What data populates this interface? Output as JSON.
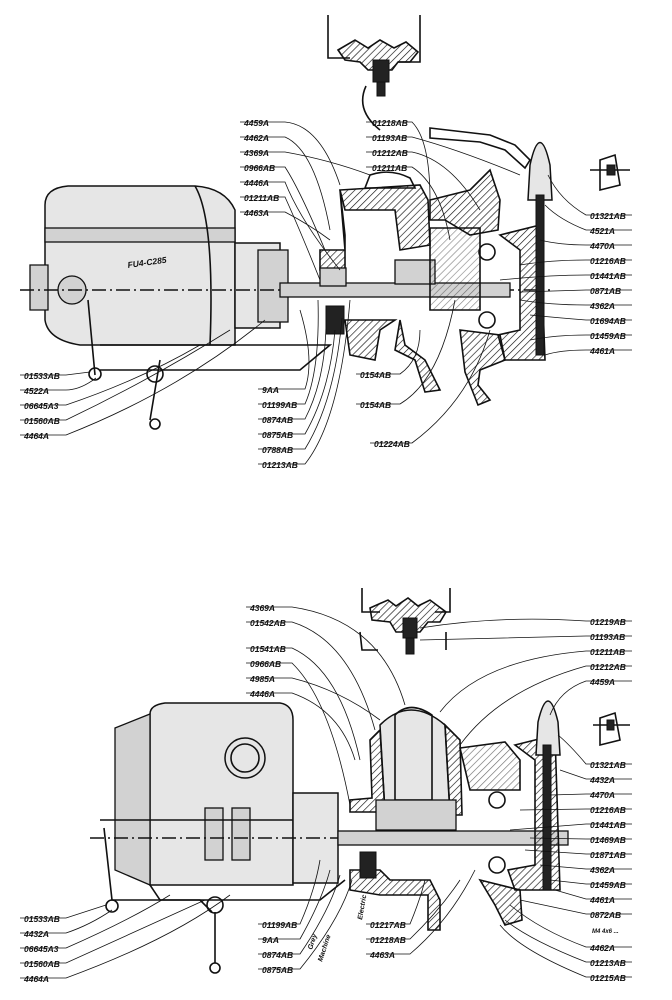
{
  "top_view": {
    "motor_label": "FU4-C285",
    "labels_left": [
      "4459A",
      "4462A",
      "4369A",
      "0966AB",
      "4446A",
      "01211AB",
      "4463A"
    ],
    "labels_top": [
      "01218AB",
      "01193AB",
      "01212AB",
      "01211AB"
    ],
    "labels_right": [
      "01321AB",
      "4521A",
      "4470A",
      "01216AB",
      "01441AB",
      "0871AB",
      "4362A",
      "01694AB",
      "01459AB",
      "4461A"
    ],
    "labels_bottom_left": [
      "01533AB",
      "4522A",
      "06645A3",
      "01560AB",
      "4464A"
    ],
    "labels_bottom_mid": [
      "9AA",
      "01199AB",
      "0874AB",
      "0875AB",
      "0788AB",
      "01213AB"
    ],
    "labels_bottom_center": [
      "0154AB",
      "0154AB",
      "01224AB"
    ]
  },
  "bottom_view": {
    "labels_left": [
      "4369A",
      "01542AB",
      "01541AB",
      "0966AB",
      "4985A",
      "4446A"
    ],
    "labels_right": [
      "01219AB",
      "01193AB",
      "01211AB",
      "01212AB",
      "4459A",
      "01321AB",
      "4432A",
      "4470A",
      "01216AB",
      "01441AB",
      "01469AB",
      "01871AB",
      "4362A",
      "01459AB",
      "4461A",
      "0872AB",
      "4462A",
      "01213AB",
      "01215AB"
    ],
    "right_tiny": "M4 4x6 ...",
    "labels_bottom_left": [
      "01533AB",
      "4432A",
      "06645A3",
      "01560AB",
      "4464A"
    ],
    "labels_bottom_mid": [
      "01199AB",
      "9AA",
      "0874AB",
      "0875AB"
    ],
    "labels_bottom_center": [
      "01217AB",
      "01218AB",
      "4463A"
    ],
    "rotated_notes": [
      "Electric",
      "Grey",
      "Machine"
    ]
  }
}
